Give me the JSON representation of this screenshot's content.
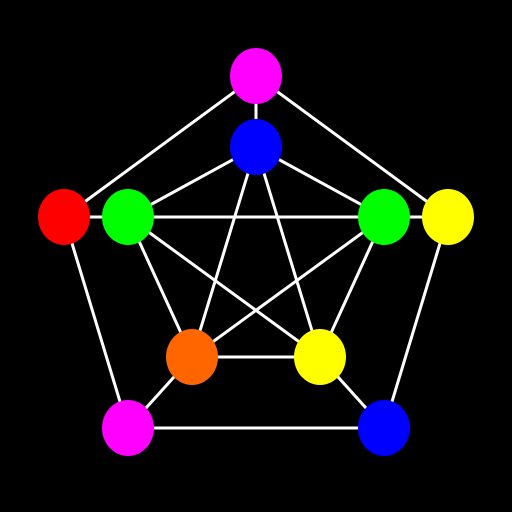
{
  "graph": {
    "background_color": "#000000",
    "edge_color": "#ffffff",
    "nodes": [
      {
        "id": "outer-top",
        "color": "#ff00ff"
      },
      {
        "id": "outer-left",
        "color": "#ff0000"
      },
      {
        "id": "outer-right",
        "color": "#ffff00"
      },
      {
        "id": "outer-bottom-left",
        "color": "#ff00ff"
      },
      {
        "id": "outer-bottom-right",
        "color": "#0000ff"
      },
      {
        "id": "inner-top",
        "color": "#0000ff"
      },
      {
        "id": "inner-left",
        "color": "#00ff00"
      },
      {
        "id": "inner-right",
        "color": "#00ff00"
      },
      {
        "id": "inner-bottom-left",
        "color": "#ff6600"
      },
      {
        "id": "inner-bottom-right",
        "color": "#ffff00"
      }
    ],
    "edges": [
      [
        "outer-top",
        "outer-left"
      ],
      [
        "outer-top",
        "outer-right"
      ],
      [
        "outer-left",
        "outer-bottom-left"
      ],
      [
        "outer-right",
        "outer-bottom-right"
      ],
      [
        "outer-bottom-left",
        "outer-bottom-right"
      ],
      [
        "outer-top",
        "inner-top"
      ],
      [
        "outer-left",
        "inner-left"
      ],
      [
        "outer-right",
        "inner-right"
      ],
      [
        "outer-bottom-left",
        "inner-bottom-left"
      ],
      [
        "outer-bottom-right",
        "inner-bottom-right"
      ],
      [
        "inner-top",
        "inner-left"
      ],
      [
        "inner-top",
        "inner-right"
      ],
      [
        "inner-top",
        "inner-bottom-left"
      ],
      [
        "inner-top",
        "inner-bottom-right"
      ],
      [
        "inner-left",
        "inner-right"
      ],
      [
        "inner-left",
        "inner-bottom-left"
      ],
      [
        "inner-left",
        "inner-bottom-right"
      ],
      [
        "inner-right",
        "inner-bottom-left"
      ],
      [
        "inner-right",
        "inner-bottom-right"
      ],
      [
        "inner-bottom-left",
        "inner-bottom-right"
      ]
    ]
  }
}
